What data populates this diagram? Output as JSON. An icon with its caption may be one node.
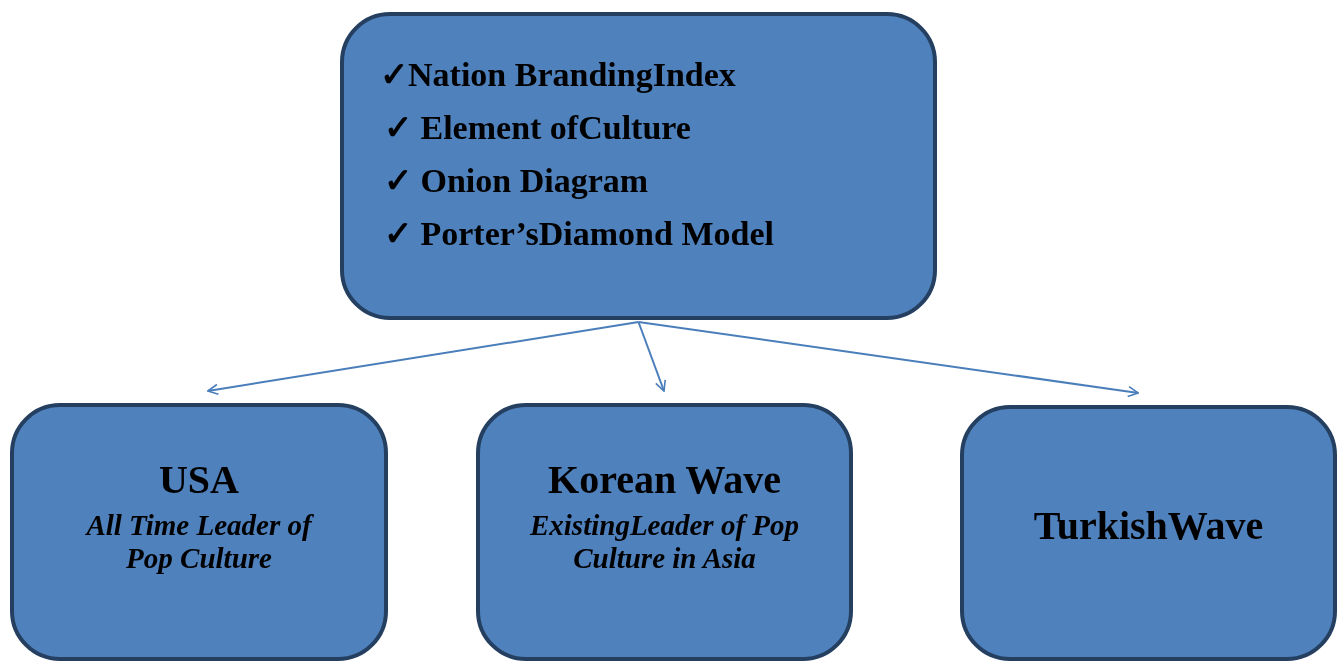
{
  "diagram": {
    "nodes": [
      {
        "text": [
          "✓Nation BrandingIndex",
          "✓ Element ofCulture",
          "✓ Onion Diagram",
          "✓ Porter’sDiamond Model"
        ]
      },
      {
        "text": [
          "USA",
          "All Time Leader of Pop Culture"
        ]
      },
      {
        "text": [
          "Korean Wave",
          "ExistingLeader of Pop Culture in Asia"
        ]
      },
      {
        "text": [
          "TurkishWave"
        ]
      }
    ],
    "edges": [
      {
        "from": 0,
        "to": 1,
        "arrow": "to"
      },
      {
        "from": 0,
        "to": 2,
        "arrow": "to"
      },
      {
        "from": 0,
        "to": 3,
        "arrow": "to"
      }
    ]
  }
}
